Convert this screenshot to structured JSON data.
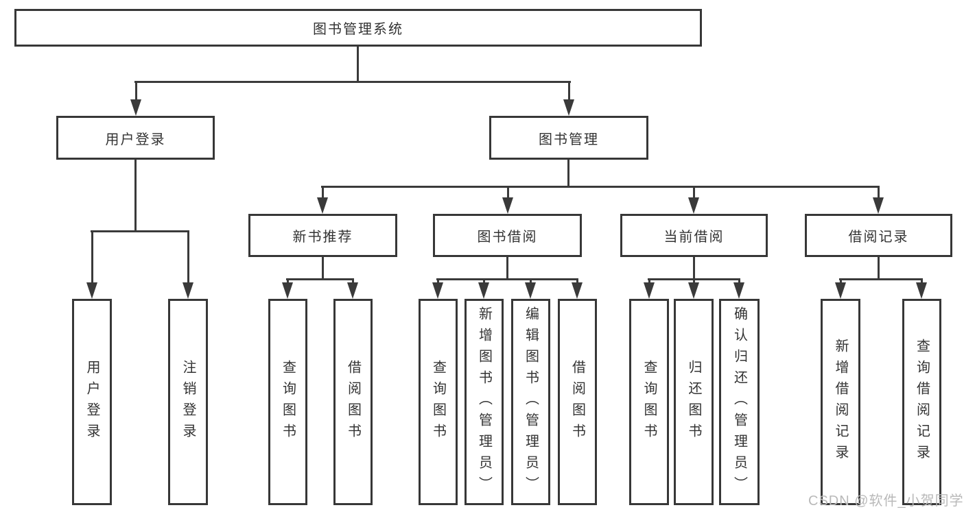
{
  "diagram": {
    "title": "图书管理系统",
    "level2": [
      "用户登录",
      "图书管理"
    ],
    "level3": [
      "新书推荐",
      "图书借阅",
      "当前借阅",
      "借阅记录"
    ],
    "leaves": {
      "user_login": [
        "用户登录",
        "注销登录"
      ],
      "new_book_recommend": [
        "查询图书",
        "借阅图书"
      ],
      "book_borrow": [
        "查询图书",
        "新增图书（管理员）",
        "编辑图书（管理员）",
        "借阅图书"
      ],
      "current_borrow": [
        "查询图书",
        "归还图书",
        "确认归还（管理员）"
      ],
      "borrow_records": [
        "新增借阅记录",
        "查询借阅记录"
      ]
    },
    "watermark": "CSDN @软件_小贺同学",
    "colors": {
      "line": "#3a3a3a",
      "border": "#373737",
      "text": "#333333",
      "watermark": "#b9b9b9",
      "background": "#ffffff"
    }
  }
}
